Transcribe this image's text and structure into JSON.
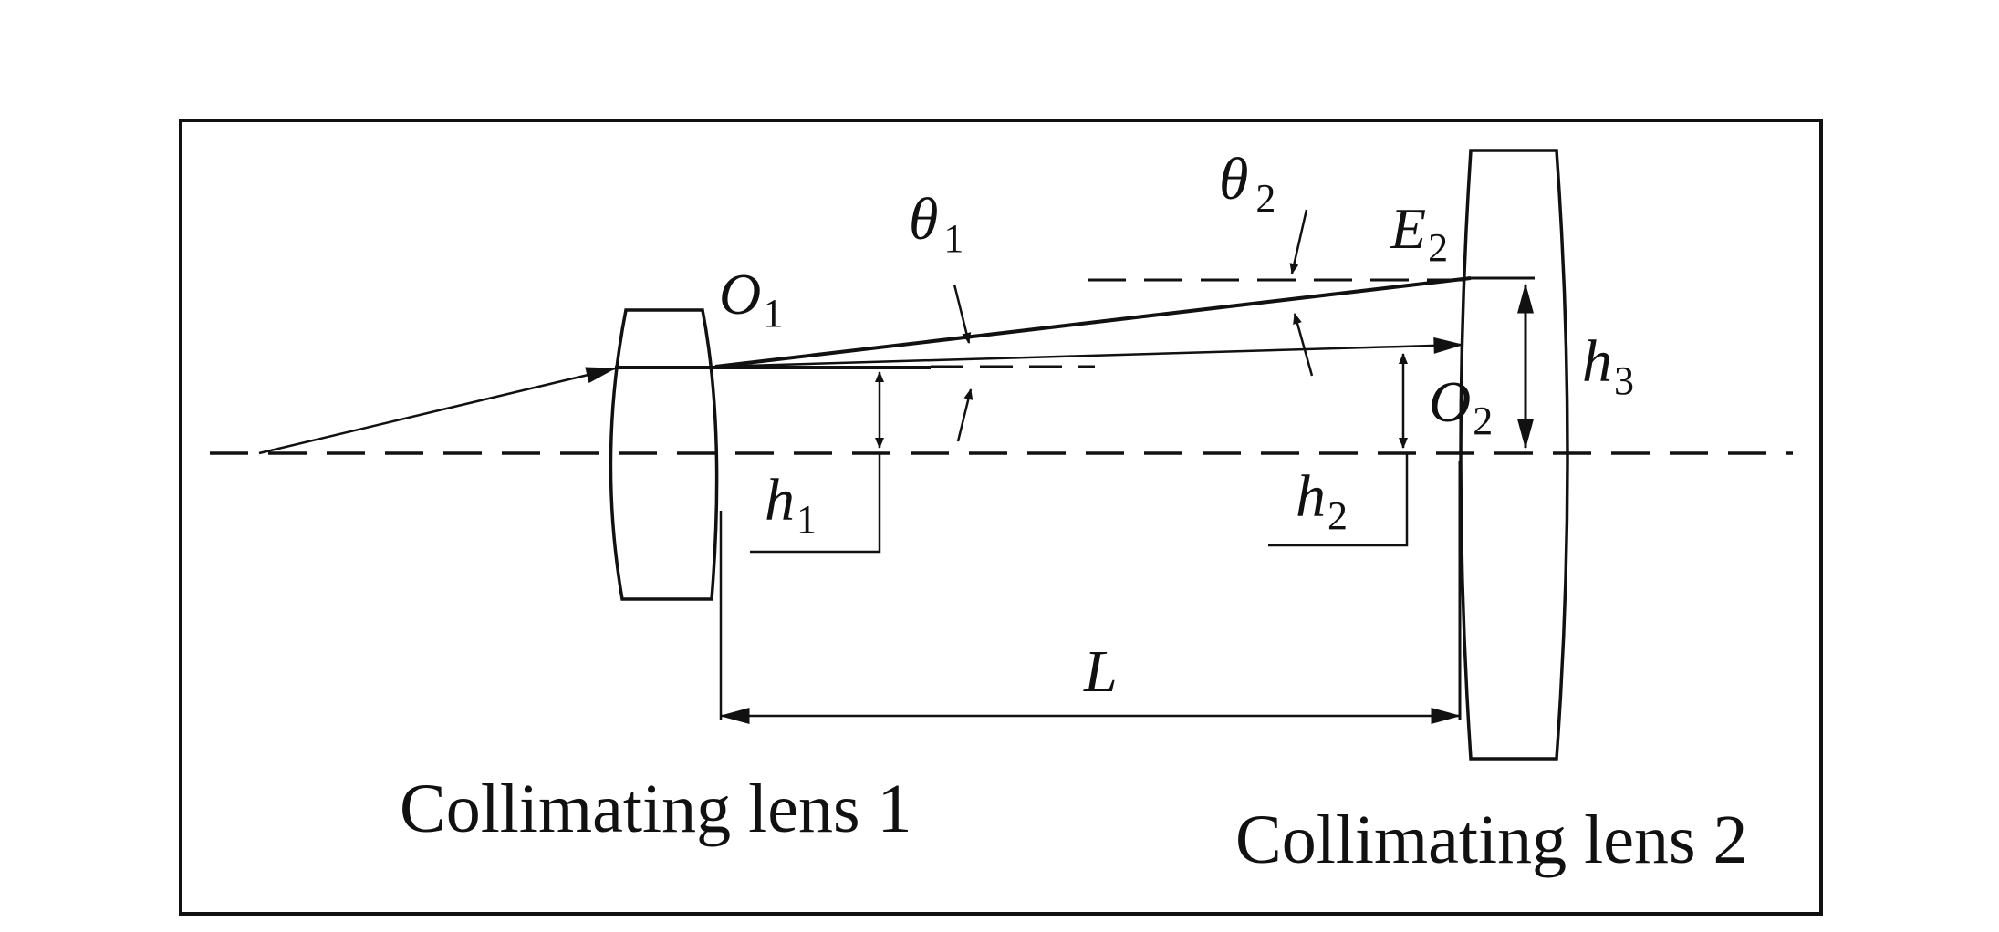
{
  "labels": {
    "theta1": "θ",
    "theta1_sub": "1",
    "theta2": "θ",
    "theta2_sub": "2",
    "E2": "E",
    "E2_sub": "2",
    "O1": "O",
    "O1_sub": "1",
    "O2": "O",
    "O2_sub": "2",
    "h1": "h",
    "h1_sub": "1",
    "h2": "h",
    "h2_sub": "2",
    "h3": "h",
    "h3_sub": "3",
    "L": "L",
    "lens1": "Collimating lens 1",
    "lens2": "Collimating lens 2"
  },
  "colors": {
    "ink": "#111111",
    "background": "#ffffff"
  }
}
